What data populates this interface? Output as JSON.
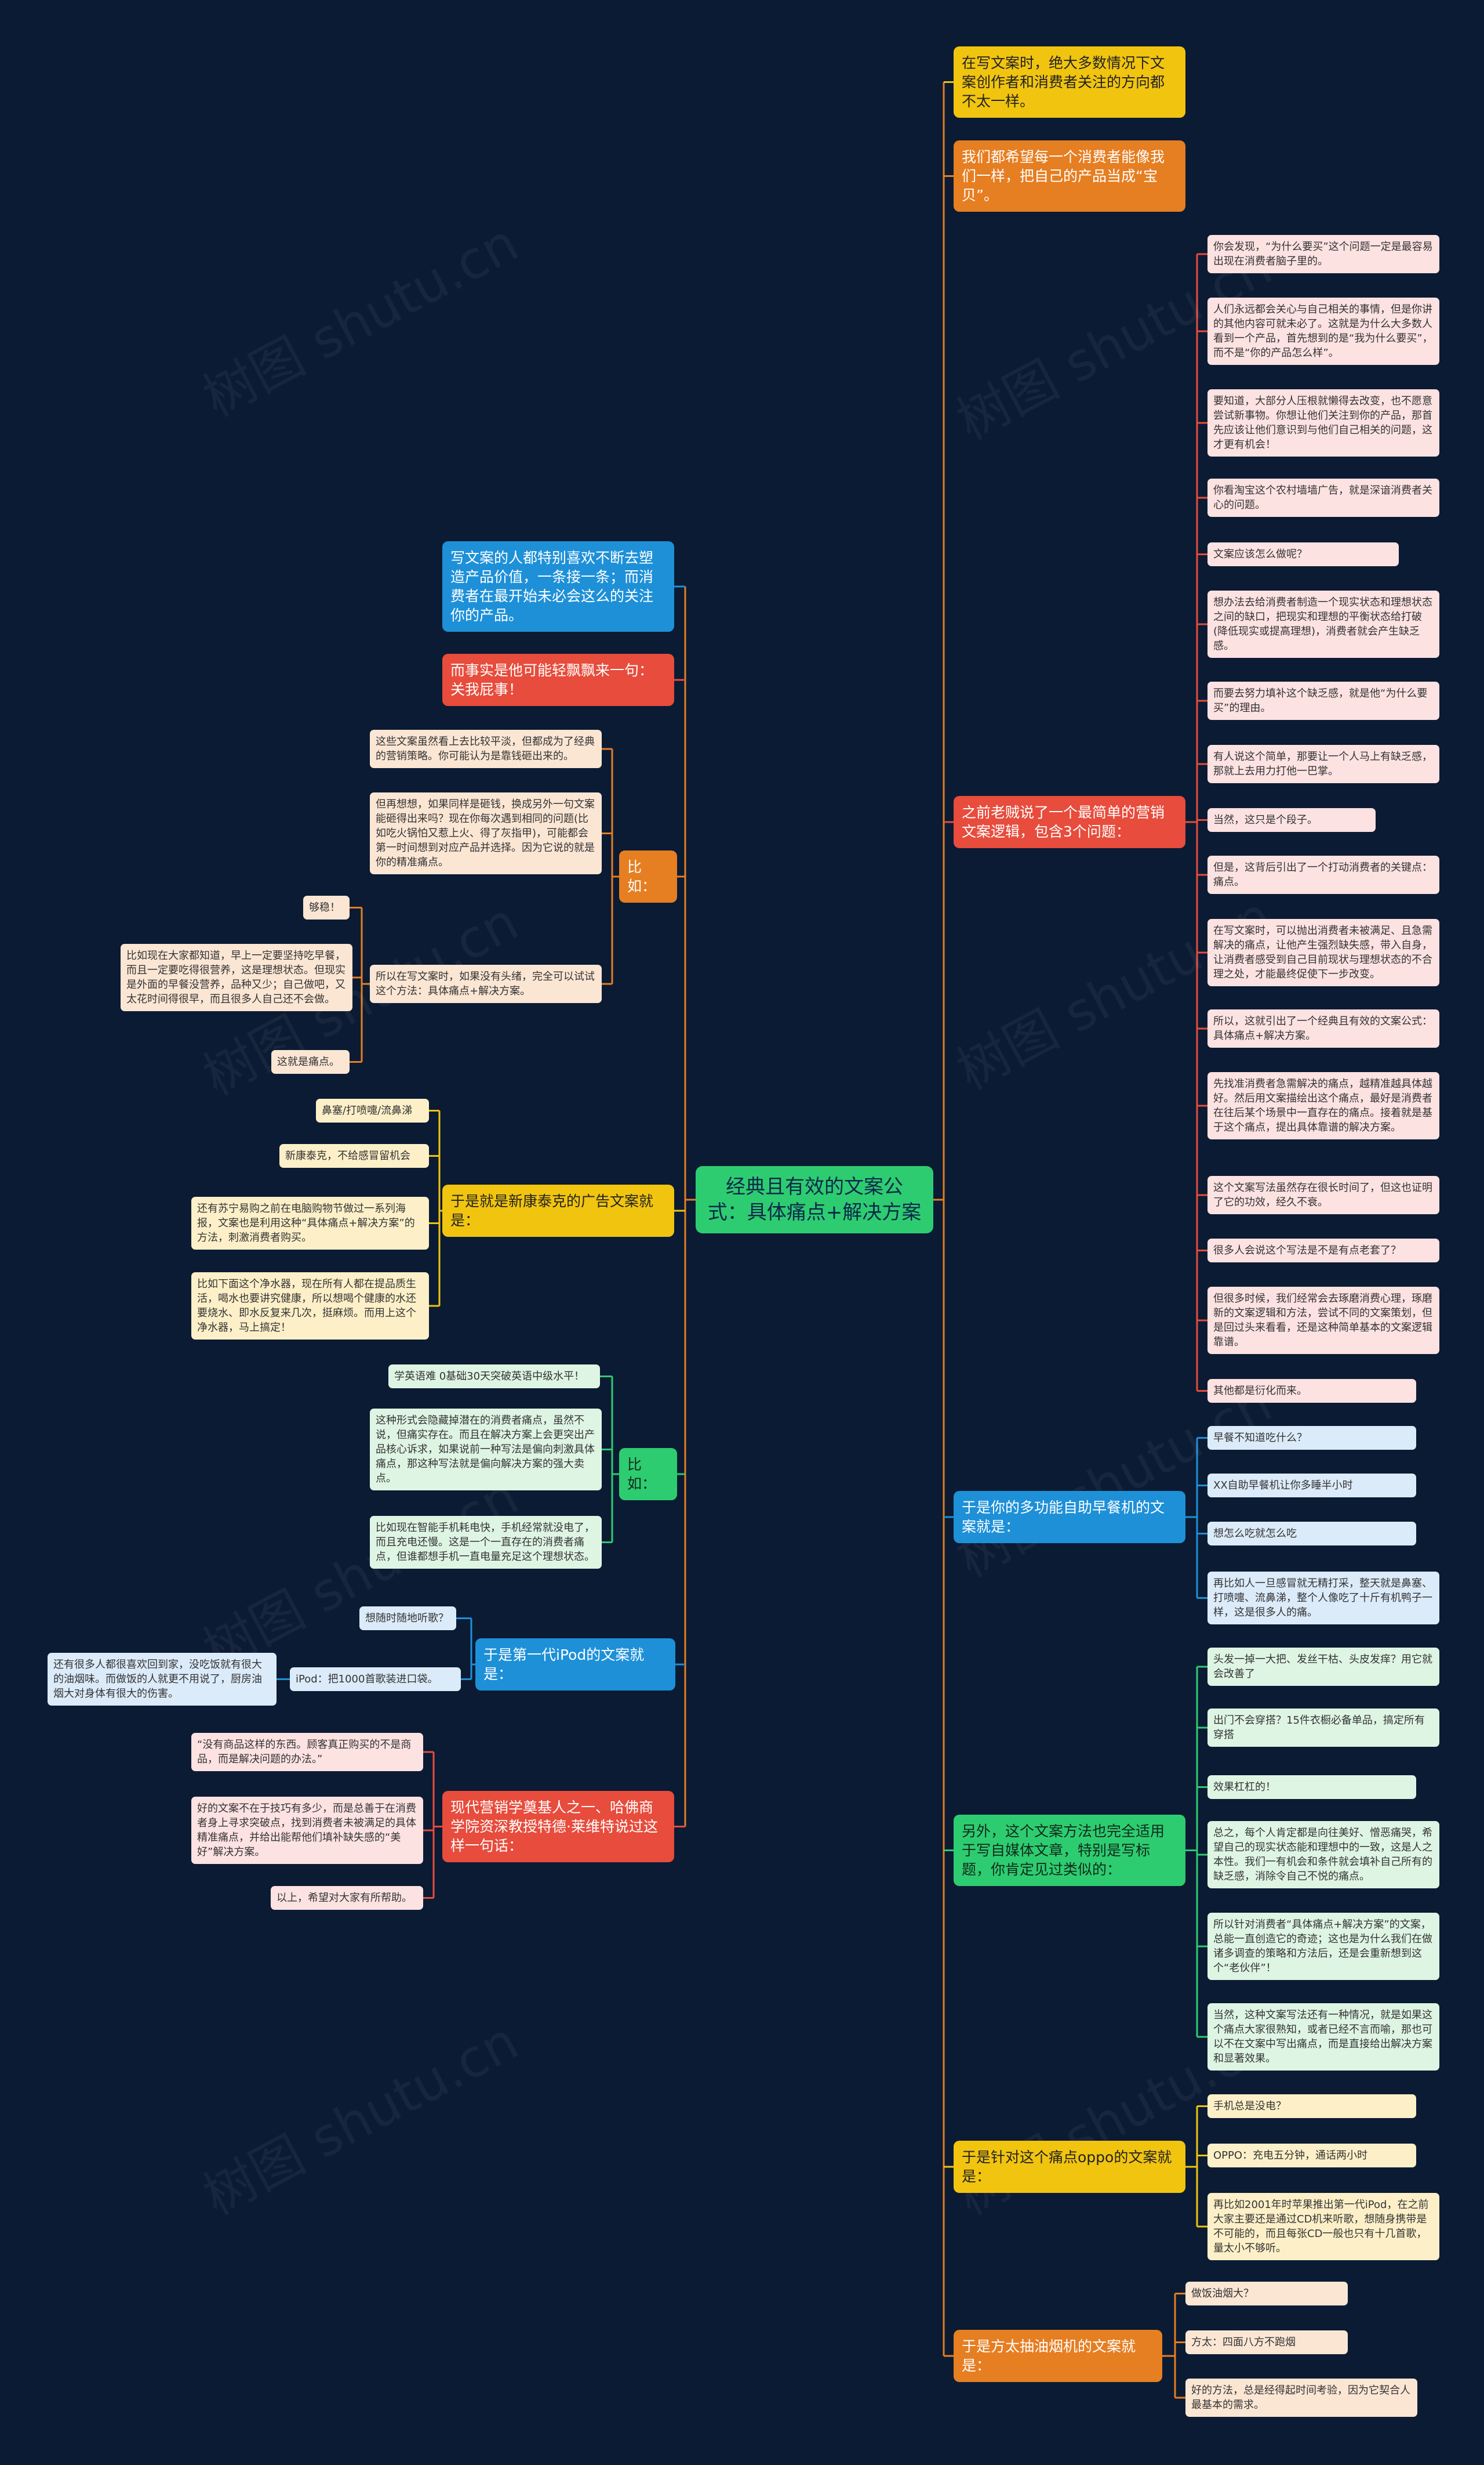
{
  "watermark": "树图 shutu.cn",
  "center": "经典且有效的文案公式：具体痛点+解决方案",
  "colors": {
    "background": "#0b1b33",
    "center": "#2ecc71",
    "yellow": "#f1c40f",
    "orange": "#e67e22",
    "red": "#e74c3c",
    "blue": "#1e90d8",
    "green": "#2ecc71"
  },
  "right": [
    {
      "text": "在写文案时，绝大多数情况下文案创作者和消费者关注的方向都不太一样。",
      "color": "yellow",
      "children": []
    },
    {
      "text": "我们都希望每一个消费者能像我们一样，把自己的产品当成“宝贝”。",
      "color": "orange",
      "children": []
    },
    {
      "text": "之前老贼说了一个最简单的营销文案逻辑，包含3个问题：",
      "color": "red",
      "children": [
        "你会发现，“为什么要买”这个问题一定是最容易出现在消费者脑子里的。",
        "人们永远都会关心与自己相关的事情，但是你讲的其他内容可就未必了。这就是为什么大多数人看到一个产品，首先想到的是“我为什么要买”，而不是“你的产品怎么样”。",
        "要知道，大部分人压根就懒得去改变，也不愿意尝试新事物。你想让他们关注到你的产品，那首先应该让他们意识到与他们自己相关的问题，这才更有机会！",
        "你看淘宝这个农村墙墙广告，就是深谙消费者关心的问题。",
        "文案应该怎么做呢？",
        "想办法去给消费者制造一个现实状态和理想状态之间的缺口，把现实和理想的平衡状态给打破(降低现实或提高理想)，消费者就会产生缺乏感。",
        "而要去努力填补这个缺乏感，就是他“为什么要买”的理由。",
        "有人说这个简单，那要让一个人马上有缺乏感，那就上去用力打他一巴掌。",
        "当然，这只是个段子。",
        "但是，这背后引出了一个打动消费者的关键点：痛点。",
        "在写文案时，可以抛出消费者未被满足、且急需解决的痛点，让他产生强烈缺失感，带入自身，让消费者感受到自己目前现状与理想状态的不合理之处，才能最终促使下一步改变。",
        "所以，这就引出了一个经典且有效的文案公式：具体痛点+解决方案。",
        "先找准消费者急需解决的痛点，越精准越具体越好。然后用文案描绘出这个痛点，最好是消费者在往后某个场景中一直存在的痛点。接着就是基于这个痛点，提出具体靠谱的解决方案。",
        "这个文案写法虽然存在很长时间了，但这也证明了它的功效，经久不衰。",
        "很多人会说这个写法是不是有点老套了？",
        "但很多时候，我们经常会去琢磨消费心理，琢磨新的文案逻辑和方法，尝试不同的文案策划，但是回过头来看看，还是这种简单基本的文案逻辑靠谱。",
        "其他都是衍化而来。"
      ]
    },
    {
      "text": "于是你的多功能自助早餐机的文案就是：",
      "color": "blue",
      "children": [
        "早餐不知道吃什么？",
        "XX自助早餐机让你多睡半小时",
        "想怎么吃就怎么吃",
        "再比如人一旦感冒就无精打采，整天就是鼻塞、打喷嚏、流鼻涕，整个人像吃了十斤有机鸭子一样，这是很多人的痛。"
      ]
    },
    {
      "text": "另外，这个文案方法也完全适用于写自媒体文章，特别是写标题，你肯定见过类似的：",
      "color": "green",
      "children": [
        "头发一掉一大把、发丝干枯、头皮发痒？用它就会改善了",
        "出门不会穿搭？15件衣橱必备单品，搞定所有穿搭",
        "效果杠杠的！",
        "总之，每个人肯定都是向往美好、憎恶痛哭，希望自己的现实状态能和理想中的一致，这是人之本性。我们一有机会和条件就会填补自己所有的缺乏感，消除令自己不悦的痛点。",
        "所以针对消费者“具体痛点+解决方案”的文案，总能一直创造它的奇迹；这也是为什么我们在做诸多调查的策略和方法后，还是会重新想到这个“老伙伴”！",
        "当然，这种文案写法还有一种情况，就是如果这个痛点大家很熟知，或者已经不言而喻，那也可以不在文案中写出痛点，而是直接给出解决方案和显著效果。"
      ]
    },
    {
      "text": "于是针对这个痛点oppo的文案就是：",
      "color": "yellow",
      "children": [
        "手机总是没电？",
        "OPPO：充电五分钟，通话两小时",
        "再比如2001年时苹果推出第一代iPod，在之前大家主要还是通过CD机来听歌，想随身携带是不可能的，而且每张CD一般也只有十几首歌，量太小不够听。"
      ]
    },
    {
      "text": "于是方太抽油烟机的文案就是：",
      "color": "orange",
      "children": [
        "做饭油烟大？",
        "方太：四面八方不跑烟",
        "好的方法，总是经得起时间考验，因为它契合人最基本的需求。"
      ]
    }
  ],
  "left": [
    {
      "text": "写文案的人都特别喜欢不断去塑造产品价值，一条接一条；而消费者在最开始未必会这么的关注你的产品。",
      "color": "blue",
      "children": []
    },
    {
      "text": "而事实是他可能轻飘飘来一句：关我屁事！",
      "color": "red",
      "children": []
    },
    {
      "text": "比如：",
      "color": "orange",
      "children": [
        {
          "text": "这些文案虽然看上去比较平淡，但都成为了经典的营销策略。你可能认为是靠钱砸出来的。"
        },
        {
          "text": "但再想想，如果同样是砸钱，换成另外一句文案能砸得出来吗？现在你每次遇到相同的问题(比如吃火锅怕又惹上火、得了灰指甲)，可能都会第一时间想到对应产品并选择。因为它说的就是你的精准痛点。"
        },
        {
          "text": "所以在写文案时，如果没有头绪，完全可以试试这个方法：具体痛点+解决方案。",
          "children": [
            "够稳！",
            "比如现在大家都知道，早上一定要坚持吃早餐，而且一定要吃得很营养，这是理想状态。但现实是外面的早餐没营养，品种又少；自己做吧，又太花时间得很早，而且很多人自己还不会做。",
            "这就是痛点。"
          ]
        }
      ]
    },
    {
      "text": "于是就是新康泰克的广告文案就是：",
      "color": "yellow",
      "children": [
        {
          "text": "鼻塞/打喷嚏/流鼻涕"
        },
        {
          "text": "新康泰克，不给感冒留机会"
        },
        {
          "text": "还有苏宁易购之前在电脑购物节做过一系列海报，文案也是利用这种“具体痛点+解决方案”的方法，刺激消费者购买。"
        },
        {
          "text": "比如下面这个净水器，现在所有人都在提品质生活，喝水也要讲究健康，所以想喝个健康的水还要烧水、即水反复来几次，挺麻烦。而用上这个净水器，马上搞定！"
        }
      ]
    },
    {
      "text": "比如：",
      "color": "green",
      "children": [
        {
          "text": "学英语难  0基础30天突破英语中级水平！"
        },
        {
          "text": "这种形式会隐藏掉潜在的消费者痛点，虽然不说，但痛实存在。而且在解决方案上会更突出产品核心诉求，如果说前一种写法是偏向刺激具体痛点，那这种写法就是偏向解决方案的强大卖点。"
        },
        {
          "text": "比如现在智能手机耗电快，手机经常就没电了，而且充电还慢。这是一个一直存在的消费者痛点，但谁都想手机一直电量充足这个理想状态。"
        }
      ]
    },
    {
      "text": "于是第一代iPod的文案就是：",
      "color": "blue",
      "children": [
        {
          "text": "想随时随地听歌？"
        },
        {
          "text": "iPod：把1000首歌装进口袋。",
          "children": [
            "还有很多人都很喜欢回到家，没吃饭就有很大的油烟味。而做饭的人就更不用说了，厨房油烟大对身体有很大的伤害。"
          ]
        }
      ]
    },
    {
      "text": "现代营销学奠基人之一、哈佛商学院资深教授特德·莱维特说过这样一句话：",
      "color": "red",
      "children": [
        {
          "text": "“没有商品这样的东西。顾客真正购买的不是商品，而是解决问题的办法。”"
        },
        {
          "text": "好的文案不在于技巧有多少，而是总善于在消费者身上寻求突破点，找到消费者未被满足的具体精准痛点，并给出能帮他们填补缺失感的“美好”解决方案。"
        },
        {
          "text": "以上，希望对大家有所帮助。"
        }
      ]
    }
  ]
}
